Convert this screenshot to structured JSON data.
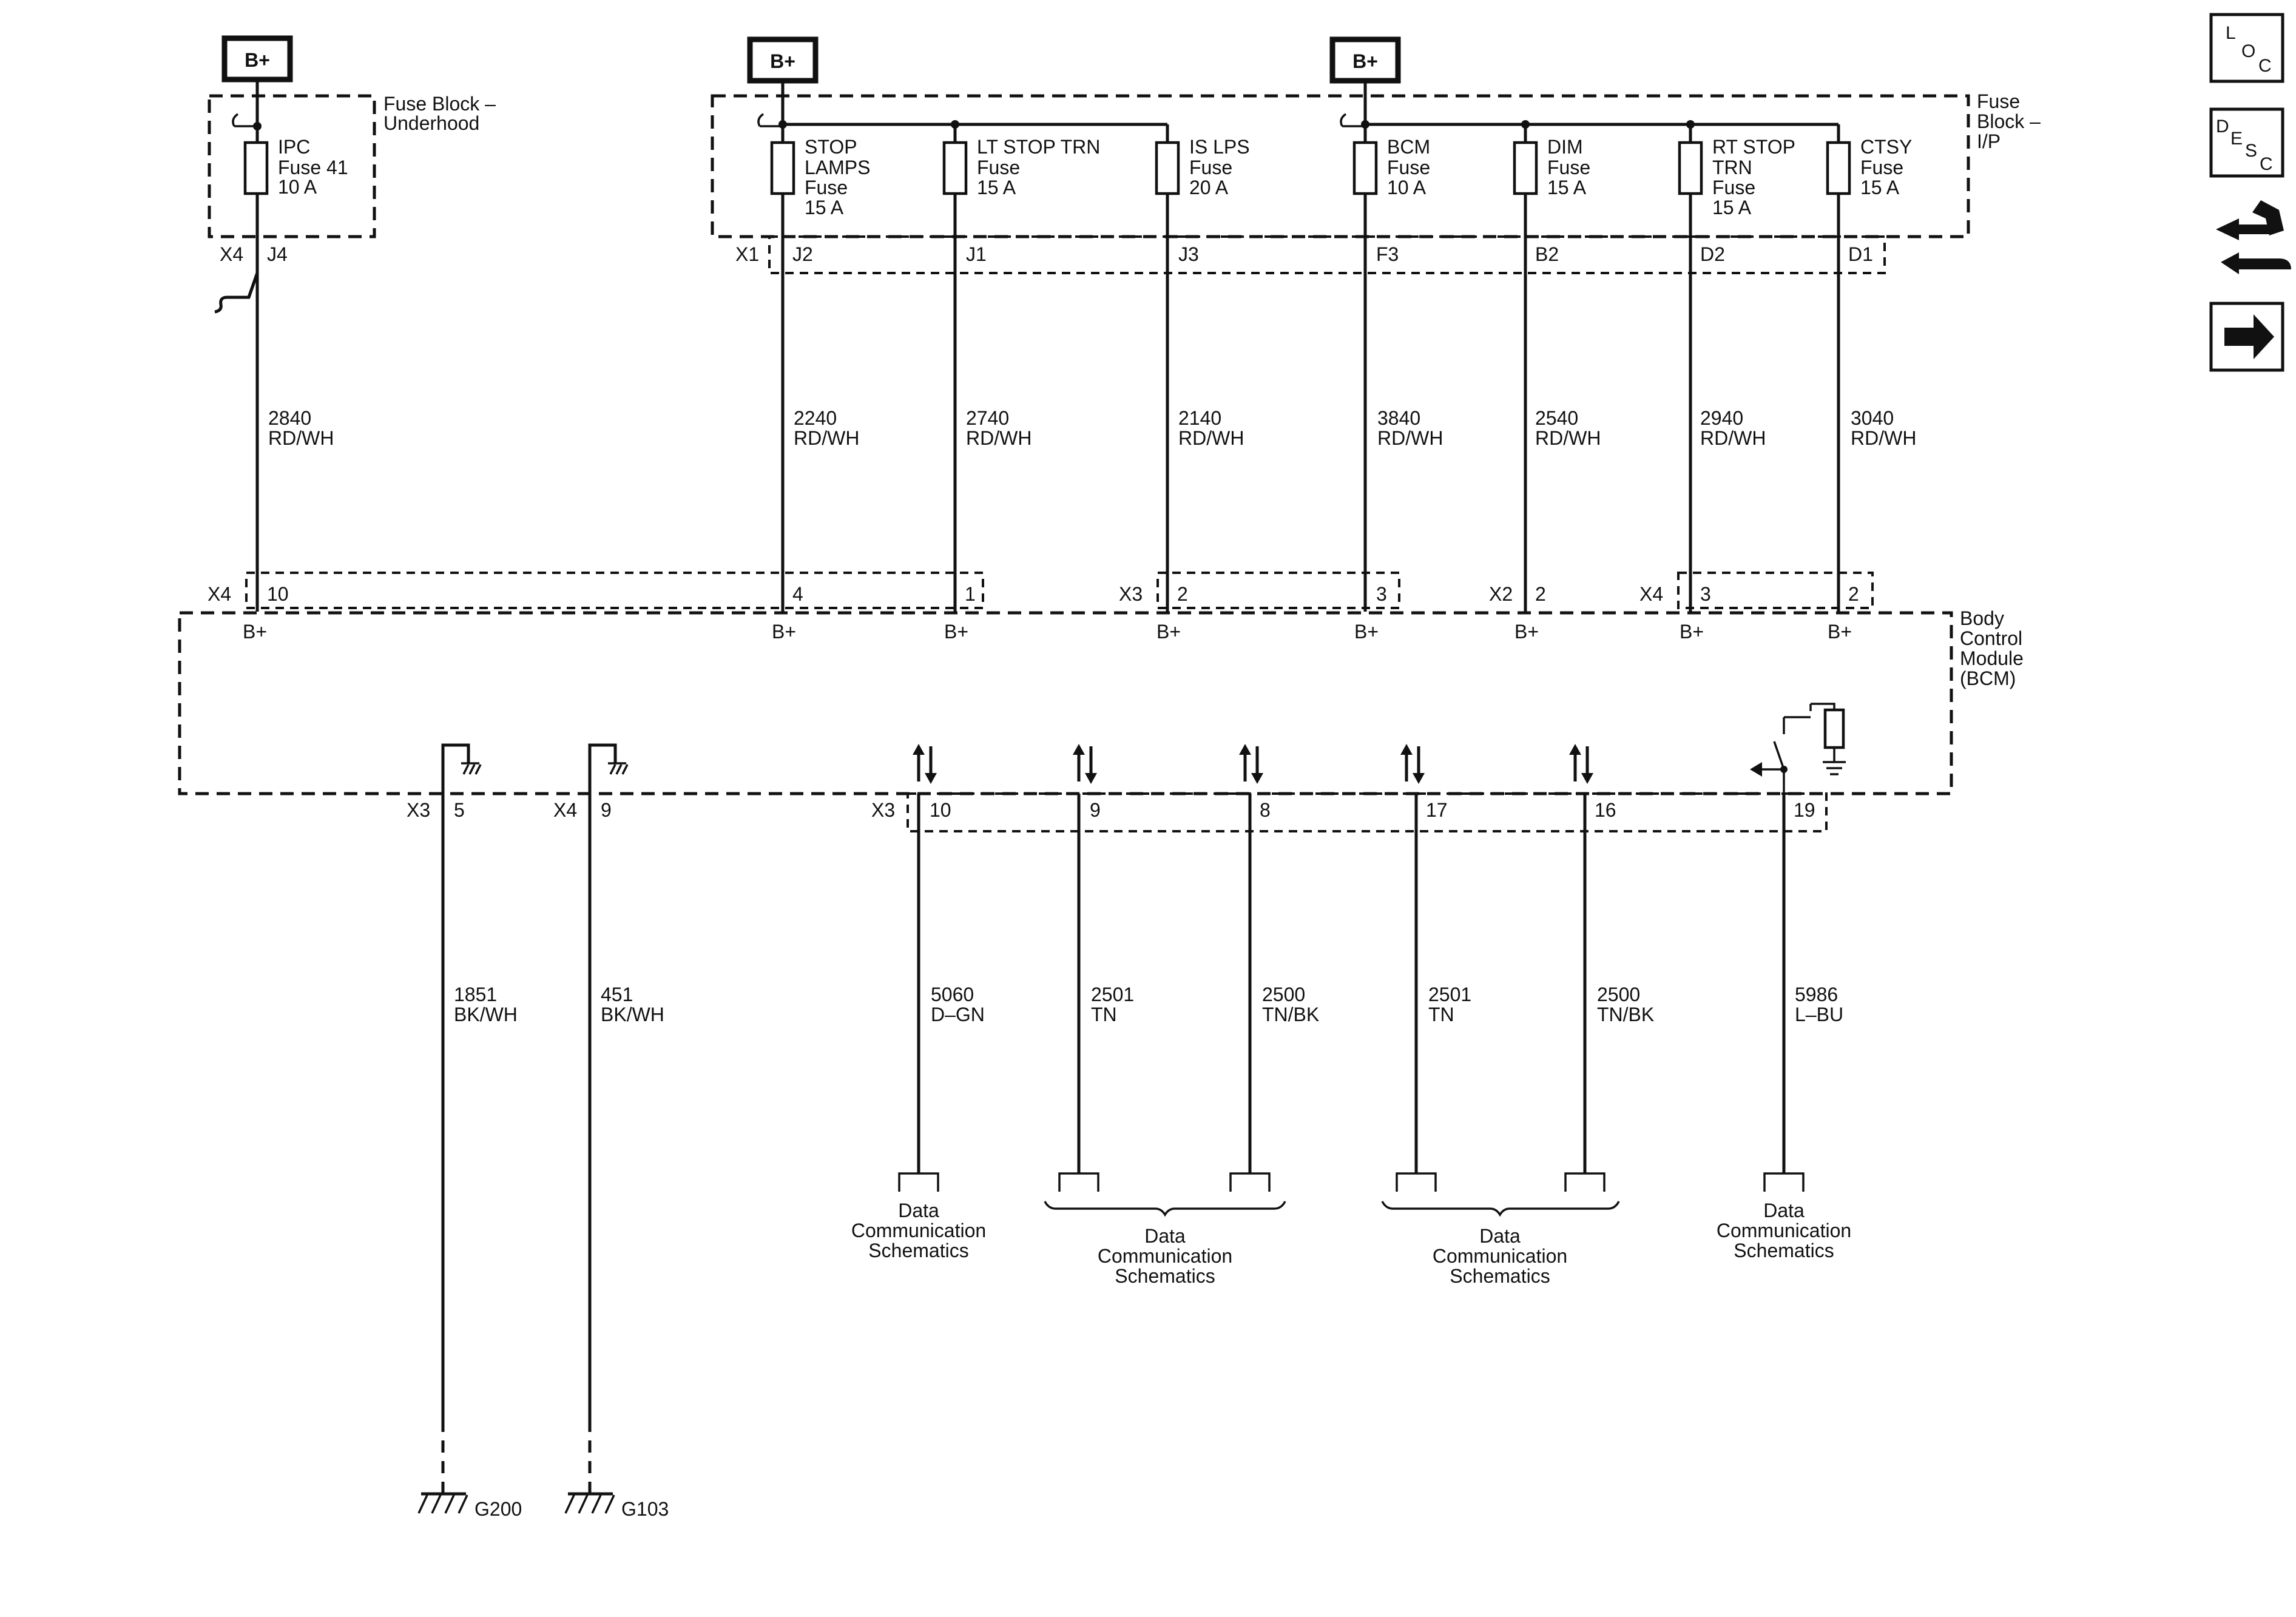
{
  "battery_label": "B+",
  "underhood_fuse_block": {
    "title_line1": "Fuse Block –",
    "title_line2": "Underhood",
    "fuse": {
      "line1": "IPC",
      "line2": "Fuse 41",
      "line3": "10 A"
    },
    "connector": "X4",
    "terminal": "J4",
    "circuit": "2840",
    "color": "RD/WH"
  },
  "ip_fuse_block": {
    "title_line1": "Fuse",
    "title_line2": "Block –",
    "title_line3": "I/P",
    "connector": "X1",
    "fuses": [
      {
        "l1": "STOP",
        "l2": "LAMPS",
        "l3": "Fuse",
        "l4": "15 A",
        "terminal": "J2",
        "circuit": "2240",
        "color": "RD/WH"
      },
      {
        "l1": "LT STOP TRN",
        "l2": "Fuse",
        "l3": "15 A",
        "l4": "",
        "terminal": "J1",
        "circuit": "2740",
        "color": "RD/WH"
      },
      {
        "l1": "IS LPS",
        "l2": "Fuse",
        "l3": "20 A",
        "l4": "",
        "terminal": "J3",
        "circuit": "2140",
        "color": "RD/WH"
      },
      {
        "l1": "BCM",
        "l2": "Fuse",
        "l3": "10 A",
        "l4": "",
        "terminal": "F3",
        "circuit": "3840",
        "color": "RD/WH"
      },
      {
        "l1": "DIM",
        "l2": "Fuse",
        "l3": "15 A",
        "l4": "",
        "terminal": "B2",
        "circuit": "2540",
        "color": "RD/WH"
      },
      {
        "l1": "RT STOP",
        "l2": "TRN",
        "l3": "Fuse",
        "l4": "15 A",
        "terminal": "D2",
        "circuit": "2940",
        "color": "RD/WH"
      },
      {
        "l1": "CTSY",
        "l2": "Fuse",
        "l3": "15 A",
        "l4": "",
        "terminal": "D1",
        "circuit": "3040",
        "color": "RD/WH"
      }
    ]
  },
  "bcm": {
    "title_line1": "Body",
    "title_line2": "Control",
    "title_line3": "Module",
    "title_line4": "(BCM)",
    "top_connectors": [
      "X4",
      "X3",
      "X2",
      "X4"
    ],
    "top_pins": [
      "10",
      "4",
      "1",
      "2",
      "3",
      "2",
      "3",
      "2"
    ],
    "power_label": "B+",
    "bottom_connectors": [
      "X3",
      "X4",
      "X3"
    ],
    "bottom_pins": [
      "5",
      "9",
      "10",
      "9",
      "8",
      "17",
      "16",
      "19"
    ]
  },
  "ground_circuits": [
    {
      "circuit": "1851",
      "color": "BK/WH",
      "ground": "G200"
    },
    {
      "circuit": "451",
      "color": "BK/WH",
      "ground": "G103"
    }
  ],
  "data_circuits": [
    {
      "circuit": "5060",
      "color": "D–GN"
    },
    {
      "circuit": "2501",
      "color": "TN"
    },
    {
      "circuit": "2500",
      "color": "TN/BK"
    },
    {
      "circuit": "2501",
      "color": "TN"
    },
    {
      "circuit": "2500",
      "color": "TN/BK"
    },
    {
      "circuit": "5986",
      "color": "L–BU"
    }
  ],
  "data_comm": {
    "line1": "Data",
    "line2": "Communication",
    "line3": "Schematics"
  },
  "nav": {
    "loc": {
      "a": "L",
      "b": "O",
      "c": "C"
    },
    "desc": {
      "a": "D",
      "b": "E",
      "c": "S",
      "d": "C"
    }
  }
}
